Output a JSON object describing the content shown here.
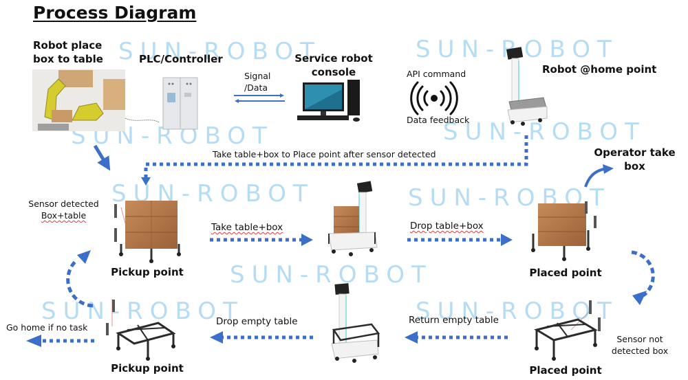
{
  "title": "Process Diagram",
  "watermark": "SUN-ROBOT",
  "colors": {
    "arrow": "#3b6fc9",
    "watermark": "#a9d7f2",
    "box": "#b5794a",
    "frame": "#2b2b2b"
  },
  "top_row": {
    "robot_arm_label_1": "Robot place",
    "robot_arm_label_2": "box to table",
    "plc_label": "PLC/Controller",
    "signal_label_1": "Signal",
    "signal_label_2": "/Data",
    "console_label_1": "Service robot",
    "console_label_2": "console",
    "api_command_label": "API command",
    "data_feedback_label": "Data feedback",
    "home_label": "Robot @home point"
  },
  "route_label": "Take table+box to Place point after sensor detected",
  "middle_row": {
    "sensor_label_1": "Sensor detected",
    "sensor_label_2": "Box+table",
    "pickup_label": "Pickup point",
    "take_label": "Take table+box",
    "drop_label": "Drop table+box",
    "placed_label": "Placed point",
    "operator_label_1": "Operator take",
    "operator_label_2": "box"
  },
  "bottom_row": {
    "go_home_label": "Go home if no task",
    "pickup_label": "Pickup point",
    "drop_empty_label": "Drop empty table",
    "return_empty_label": "Return empty table",
    "placed_label": "Placed point",
    "sensor_not_label_1": "Sensor not",
    "sensor_not_label_2": "detected box"
  }
}
